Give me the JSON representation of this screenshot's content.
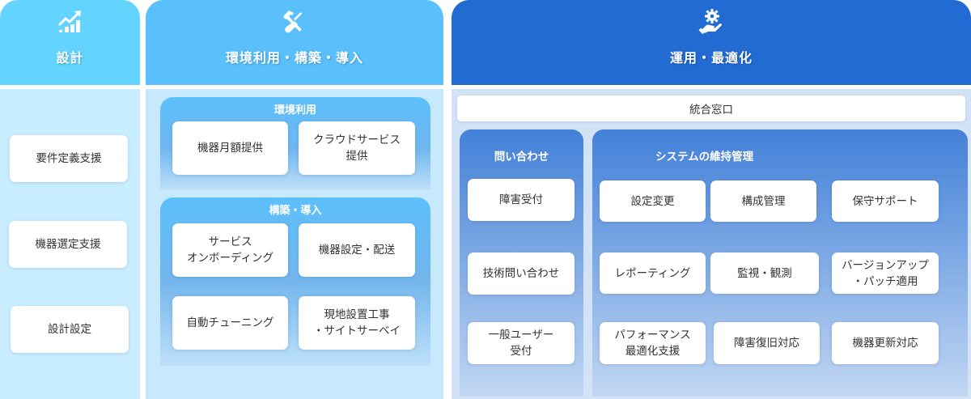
{
  "columns": {
    "design": {
      "title": "設計",
      "icon": "growth-chart-icon",
      "color": "#63d4ff",
      "items": [
        "要件定義支援",
        "機器選定支援",
        "設計設定"
      ]
    },
    "build": {
      "title": "環境利用・構築・導入",
      "icon": "tools-icon",
      "color": "#59c0fc",
      "groups": [
        {
          "title": "環境利用",
          "items": [
            "機器月額提供",
            "クラウドサービス\n提供"
          ]
        },
        {
          "title": "構築・導入",
          "items": [
            "サービス\nオンボーディング",
            "機器設定・配送",
            "自動チューニング",
            "現地設置工事\n・サイトサーベイ"
          ]
        }
      ]
    },
    "operation": {
      "title": "運用・最適化",
      "icon": "gear-hand-icon",
      "color": "#216bd3",
      "unified_window": "統合窓口",
      "inquiry": {
        "title": "問い合わせ",
        "items": [
          "障害受付",
          "技術問い合わせ",
          "一般ユーザー\n受付"
        ]
      },
      "maintenance": {
        "title": "システムの維持管理",
        "items": [
          "設定変更",
          "構成管理",
          "保守サポート",
          "レポーティング",
          "監視・観測",
          "バージョンアップ\n・パッチ適用",
          "パフォーマンス\n最適化支援",
          "障害復旧対応",
          "機器更新対応"
        ]
      }
    }
  }
}
